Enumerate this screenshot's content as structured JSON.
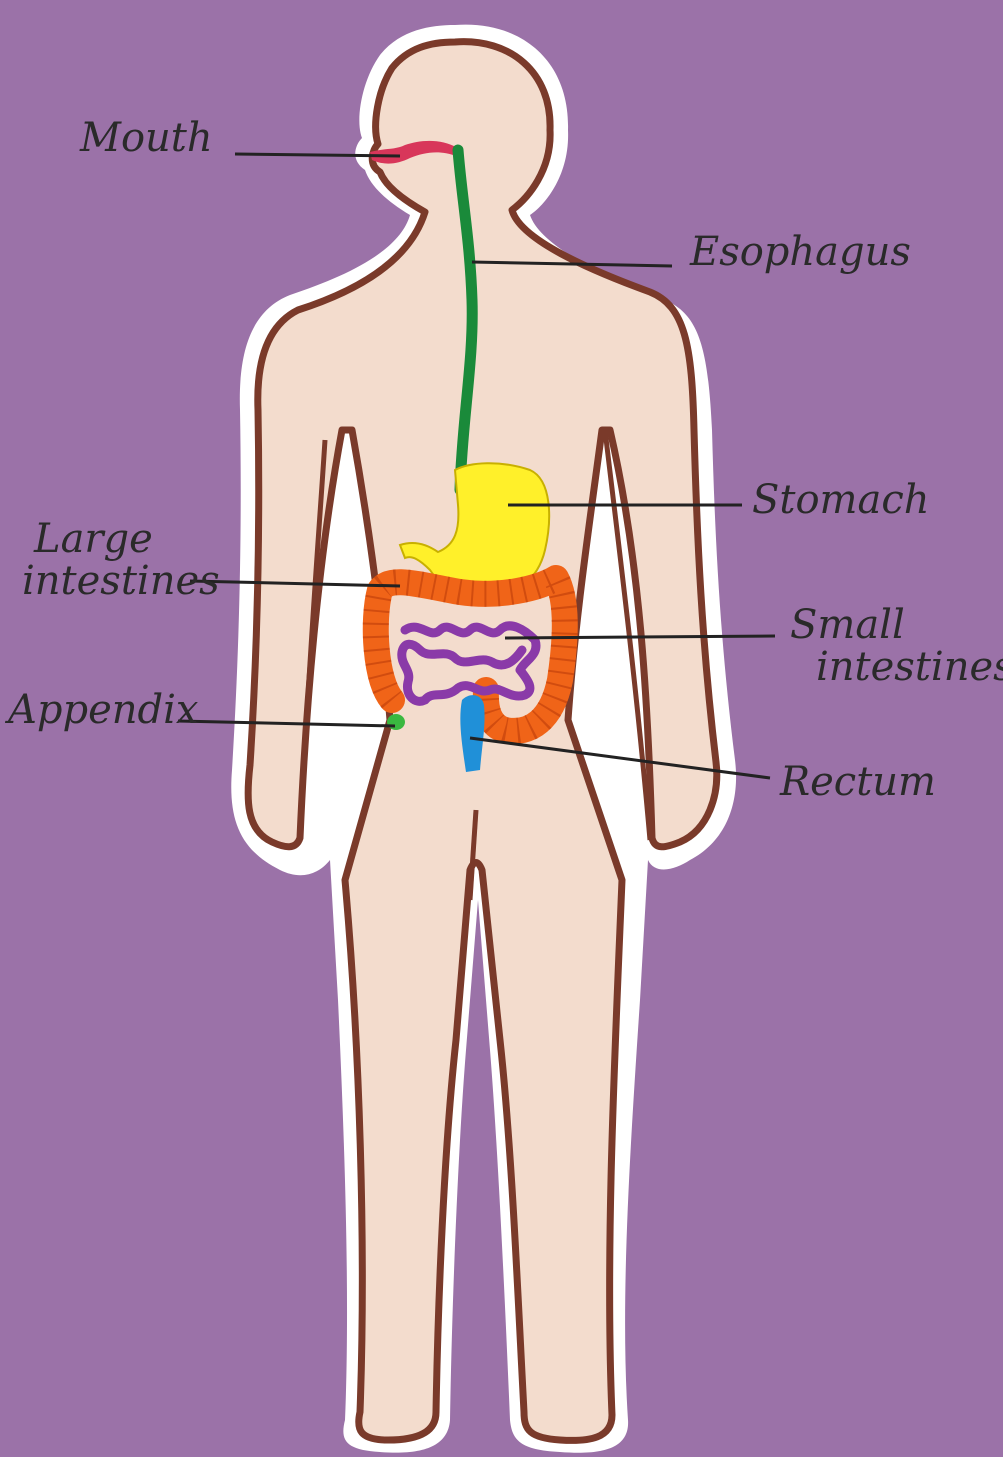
{
  "colors": {
    "background": "#9b72a8",
    "paper": "#ffffff",
    "skin": "#f3dccd",
    "outline": "#7a3a2a",
    "mouth": "#d8365a",
    "esophagus": "#1a8a3a",
    "stomach": "#fff02a",
    "large_intestine": "#f06418",
    "small_intestine": "#8a3aa8",
    "appendix": "#3ab840",
    "rectum": "#2090d8",
    "leader": "#222222"
  },
  "labels": {
    "mouth": "Mouth",
    "esophagus": "Esophagus",
    "stomach": "Stomach",
    "large_intestines": [
      "Large",
      "intestines"
    ],
    "small_intestines": [
      "Small",
      "intestines"
    ],
    "appendix": "Appendix",
    "rectum": "Rectum"
  }
}
